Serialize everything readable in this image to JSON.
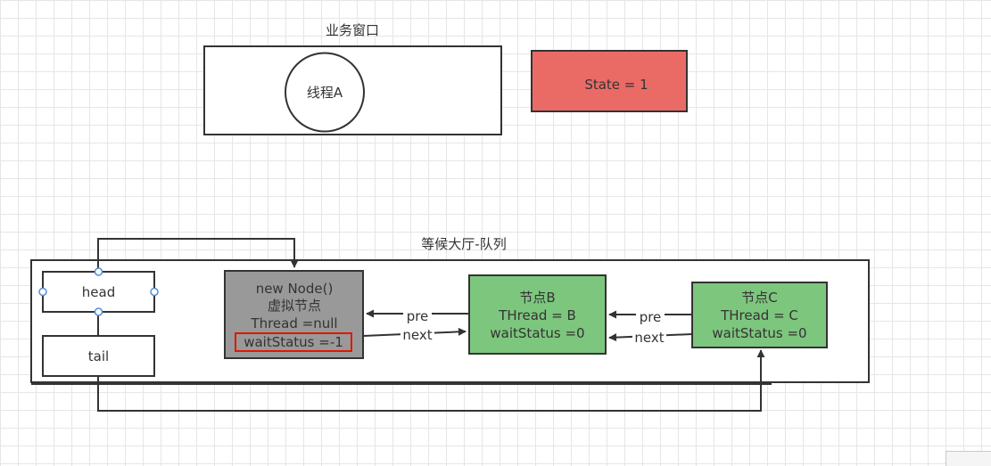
{
  "business_window": {
    "title": "业务窗口",
    "thread_label": "线程A"
  },
  "state_box": {
    "label": "State = 1",
    "color": "#ea6b66"
  },
  "queue_hall": {
    "title": "等候大厅-队列"
  },
  "pointers": {
    "head": "head",
    "tail": "tail"
  },
  "virtual_node": {
    "line1": "new Node()",
    "line2": "虚拟节点",
    "line3": "Thread =null",
    "line4": "waitStatus =-1",
    "color": "#999999",
    "highlight_color": "#e51400"
  },
  "node_b": {
    "line1": "节点B",
    "line2": "THread = B",
    "line3": "waitStatus =0",
    "color": "#7dc67e"
  },
  "node_c": {
    "line1": "节点C",
    "line2": "THread = C",
    "line3": "waitStatus =0",
    "color": "#7dc67e"
  },
  "links": {
    "pre_label": "pre",
    "next_label": "next"
  }
}
